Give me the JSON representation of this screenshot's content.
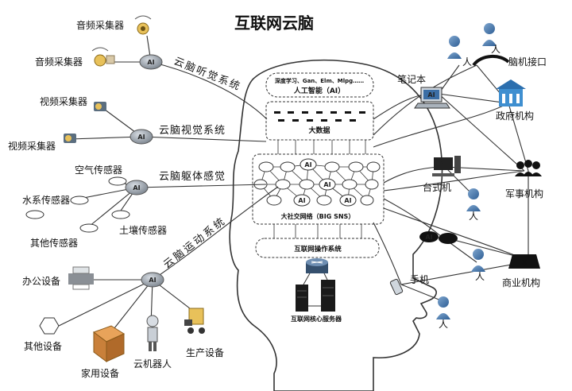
{
  "title": "互联网云脑",
  "brain": {
    "ai_layer_text": "深度学习、Gan、Elm、Mlpg……",
    "ai_layer_sub": "人工智能（AI）",
    "bigdata": "大数据",
    "network": "大社交网络（BIG SNS）",
    "os": "互联网操作系统",
    "servers": "互联网核心服务器"
  },
  "ai_label": "AI",
  "systems": {
    "hearing": "云脑听觉系统",
    "vision": "云脑视觉系统",
    "body": "云脑躯体感觉",
    "motion": "云脑运动系统"
  },
  "left_devices": {
    "audio1": "音频采集器",
    "audio2": "音频采集器",
    "video1": "视频采集器",
    "video2": "视频采集器",
    "air": "空气传感器",
    "water": "水系传感器",
    "other_sensor": "其他传感器",
    "soil": "土壤传感器",
    "office": "办公设备",
    "other_device": "其他设备",
    "home": "家用设备",
    "robot": "云机器人",
    "production": "生产设备"
  },
  "right_nodes": {
    "person": "人",
    "laptop": "笔记本",
    "bci": "脑机接口",
    "gov": "政府机构",
    "desktop": "台式机",
    "military": "军事机构",
    "phone": "手机",
    "business": "商业机构"
  }
}
